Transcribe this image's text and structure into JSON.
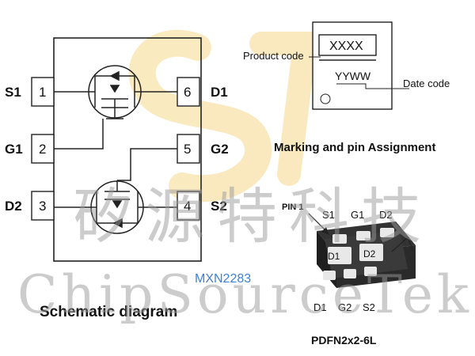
{
  "pins": {
    "left": [
      {
        "label": "S1",
        "num": "1"
      },
      {
        "label": "G1",
        "num": "2"
      },
      {
        "label": "D2",
        "num": "3"
      }
    ],
    "right": [
      {
        "label": "D1",
        "num": "6"
      },
      {
        "label": "G2",
        "num": "5"
      },
      {
        "label": "S2",
        "num": "4"
      }
    ]
  },
  "schematic": {
    "caption": "Schematic diagram"
  },
  "marking": {
    "product_code_box": "XXXX",
    "product_code_label": "Product code",
    "date_code_text": "YYWW",
    "date_code_label": "Date code",
    "title": "Marking and pin Assignment"
  },
  "package": {
    "pin1_label": "PIN 1",
    "top_labels": [
      "S1",
      "G1",
      "D2"
    ],
    "pad_labels": [
      "D1",
      "D2"
    ],
    "bottom_labels": [
      "D1",
      "G2",
      "S2"
    ],
    "name": "PDFN2x2-6L"
  },
  "watermark": {
    "chinese": "矽源特科技",
    "english": "ChipSourceTek",
    "logo_color": "#f2c34a"
  },
  "part_number": "MXN2283"
}
